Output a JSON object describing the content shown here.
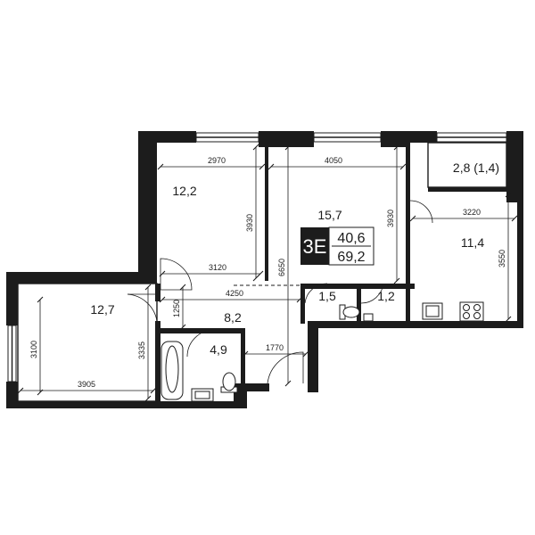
{
  "rooms": {
    "bedroom_top": "12,2",
    "living": "15,7",
    "balcony": "2,8 (1,4)",
    "kitchen": "11,4",
    "bedroom_left": "12,7",
    "hall": "8,2",
    "bathroom": "4,9",
    "toilet": "1,5",
    "storage": "1,2"
  },
  "badge": {
    "code": "3E",
    "living_area": "40,6",
    "total_area": "69,2"
  },
  "dimensions": {
    "d2970": "2970",
    "d4050": "4050",
    "d3930a": "3930",
    "d3930b": "3930",
    "d3120": "3120",
    "d6650": "6650",
    "d3220": "3220",
    "d3550": "3550",
    "d4250": "4250",
    "d1250": "1250",
    "d3100": "3100",
    "d3335": "3335",
    "d3905": "3905",
    "d1770": "1770"
  }
}
